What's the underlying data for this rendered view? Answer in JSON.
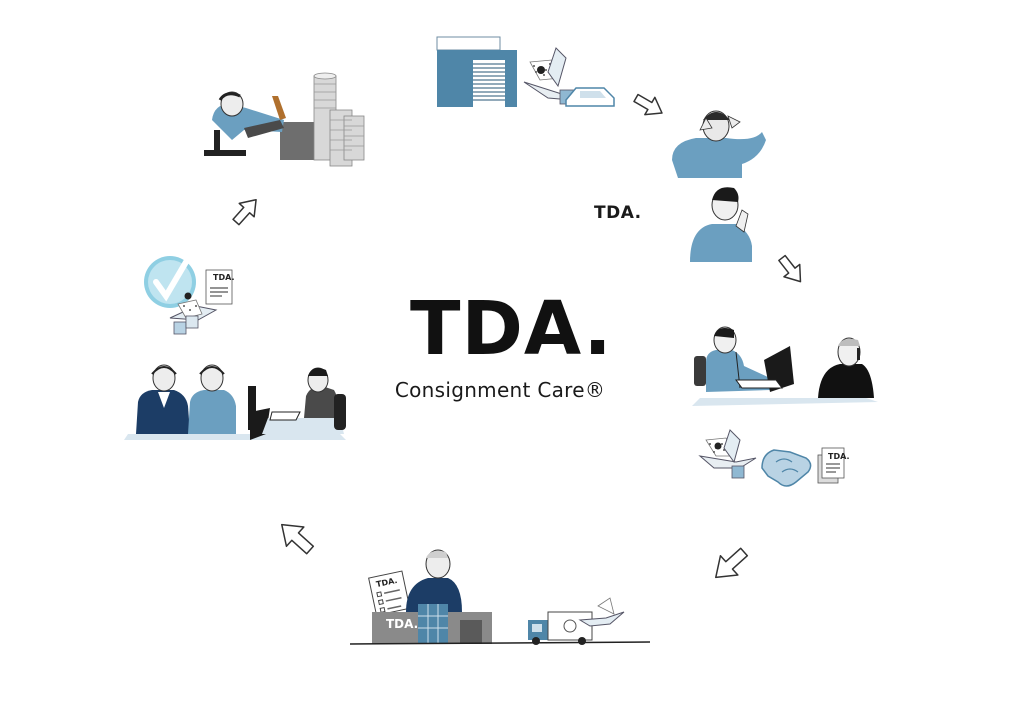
{
  "brand": {
    "logo_text": "TDA.",
    "tagline": "Consignment Care®"
  },
  "marks": {
    "small_logo": "TDA.",
    "document_logo": "TDA.",
    "building_logo": "TDA."
  },
  "colors": {
    "primary_blue": "#4f86a8",
    "light_blue": "#8fb8d2",
    "navy": "#1c3d66",
    "dark_gray": "#3a3a3a",
    "arrow_outline": "#333333"
  },
  "cycle_steps": [
    {
      "icon": "warehouse-shipment-icon"
    },
    {
      "icon": "stressed-person-icon"
    },
    {
      "icon": "calling-person-icon"
    },
    {
      "icon": "phone-agents-icon"
    },
    {
      "icon": "deal-handshake-icon"
    },
    {
      "icon": "tda-building-truck-icon"
    },
    {
      "icon": "support-team-icon"
    },
    {
      "icon": "checkmark-delivery-icon"
    },
    {
      "icon": "relaxed-person-money-icon"
    }
  ]
}
